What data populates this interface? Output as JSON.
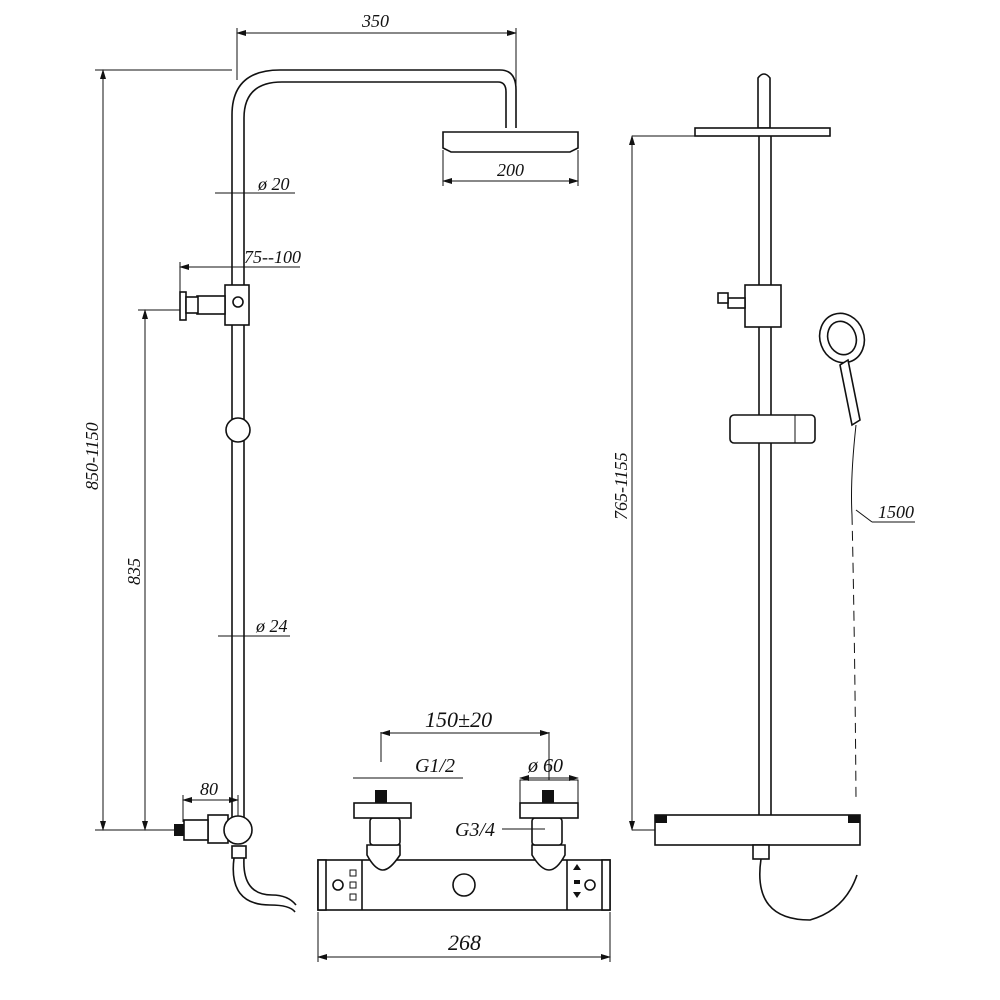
{
  "labels": {
    "top_arm_length": "350",
    "head_diameter": "200",
    "upper_pipe_diameter": "ø 20",
    "bracket_offset": "75--100",
    "total_height_range": "850-1150",
    "bracket_height": "835",
    "lower_pipe_diameter": "ø 24",
    "valve_depth": "80",
    "inlet_spacing": "150±20",
    "inlet_thread": "G1/2",
    "cover_diameter": "ø 60",
    "nut_thread": "G3/4",
    "body_width": "268",
    "head_height_range": "765-1155",
    "hose_length": "1500"
  }
}
